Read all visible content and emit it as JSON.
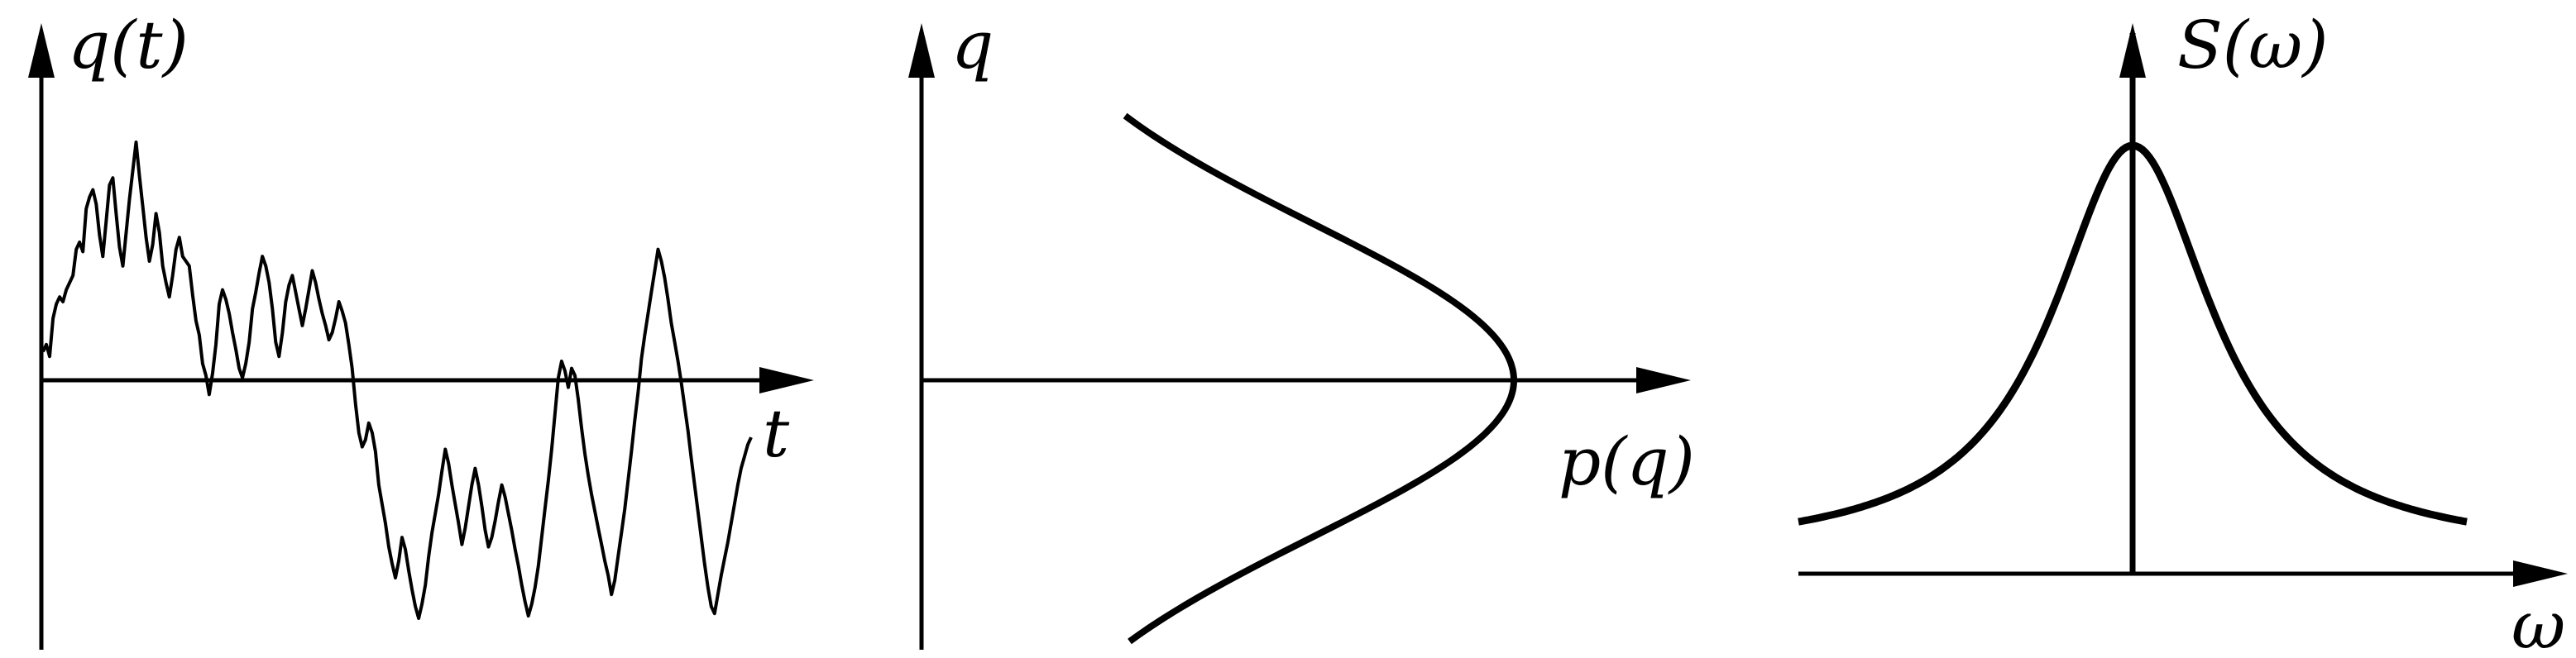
{
  "panels": [
    {
      "id": "time-series",
      "y_label": "q(t)",
      "x_label": "t",
      "series_points": [
        0.12,
        0.15,
        0.1,
        0.26,
        0.32,
        0.35,
        0.33,
        0.38,
        0.41,
        0.44,
        0.55,
        0.58,
        0.54,
        0.72,
        0.77,
        0.8,
        0.74,
        0.61,
        0.52,
        0.67,
        0.82,
        0.85,
        0.7,
        0.56,
        0.48,
        0.62,
        0.76,
        0.88,
        1.0,
        0.86,
        0.73,
        0.6,
        0.5,
        0.57,
        0.7,
        0.62,
        0.48,
        0.41,
        0.35,
        0.44,
        0.55,
        0.6,
        0.52,
        0.5,
        0.48,
        0.36,
        0.25,
        0.19,
        0.07,
        0.02,
        -0.06,
        0.03,
        0.15,
        0.32,
        0.38,
        0.34,
        0.28,
        0.2,
        0.13,
        0.05,
        0.01,
        0.07,
        0.16,
        0.3,
        0.37,
        0.45,
        0.52,
        0.48,
        0.41,
        0.3,
        0.16,
        0.1,
        0.2,
        0.33,
        0.4,
        0.44,
        0.37,
        0.3,
        0.23,
        0.3,
        0.38,
        0.46,
        0.41,
        0.34,
        0.28,
        0.23,
        0.17,
        0.2,
        0.26,
        0.33,
        0.29,
        0.24,
        0.15,
        0.05,
        -0.1,
        -0.22,
        -0.28,
        -0.25,
        -0.18,
        -0.22,
        -0.3,
        -0.44,
        -0.52,
        -0.6,
        -0.7,
        -0.77,
        -0.83,
        -0.76,
        -0.66,
        -0.71,
        -0.8,
        -0.88,
        -0.95,
        -1.0,
        -0.94,
        -0.86,
        -0.74,
        -0.64,
        -0.56,
        -0.48,
        -0.38,
        -0.29,
        -0.35,
        -0.44,
        -0.52,
        -0.6,
        -0.69,
        -0.62,
        -0.53,
        -0.44,
        -0.37,
        -0.44,
        -0.53,
        -0.63,
        -0.7,
        -0.66,
        -0.59,
        -0.51,
        -0.44,
        -0.49,
        -0.56,
        -0.63,
        -0.71,
        -0.78,
        -0.86,
        -0.93,
        -0.99,
        -0.94,
        -0.87,
        -0.78,
        -0.66,
        -0.54,
        -0.42,
        -0.29,
        -0.14,
        0.01,
        0.08,
        0.04,
        -0.03,
        0.05,
        0.02,
        -0.08,
        -0.2,
        -0.31,
        -0.4,
        -0.48,
        -0.55,
        -0.62,
        -0.69,
        -0.76,
        -0.82,
        -0.9,
        -0.84,
        -0.74,
        -0.64,
        -0.54,
        -0.42,
        -0.3,
        -0.17,
        -0.05,
        0.09,
        0.19,
        0.28,
        0.37,
        0.46,
        0.55,
        0.5,
        0.43,
        0.34,
        0.24,
        0.16,
        0.08,
        -0.01,
        -0.11,
        -0.21,
        -0.33,
        -0.44,
        -0.55,
        -0.66,
        -0.77,
        -0.87,
        -0.95,
        -0.98,
        -0.9,
        -0.82,
        -0.75,
        -0.68,
        -0.6,
        -0.52,
        -0.44,
        -0.37,
        -0.32,
        -0.27,
        -0.24
      ]
    },
    {
      "id": "distribution",
      "y_label": "q",
      "x_label": "p(q)"
    },
    {
      "id": "spectrum",
      "y_label": "S(ω)",
      "x_label": "ω"
    }
  ]
}
